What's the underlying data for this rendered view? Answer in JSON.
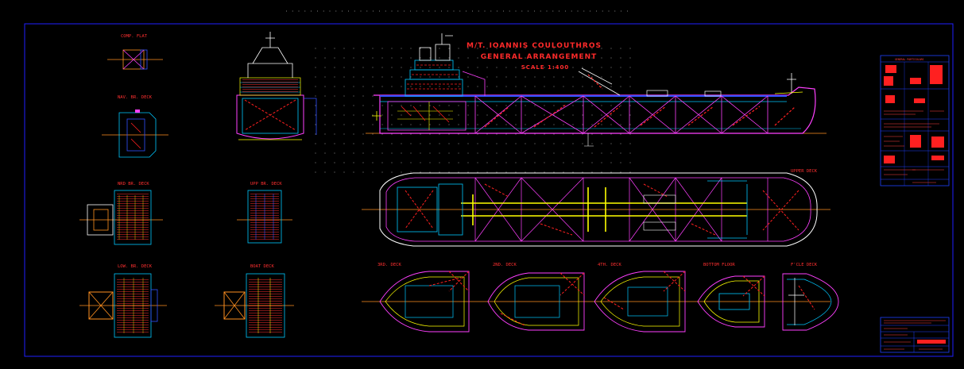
{
  "title": {
    "line1": "M/T. IOANNIS COULOUTHROS",
    "line2": "GENERAL ARRANGEMENT",
    "line3": "SCALE 1:400"
  },
  "views": {
    "compass_flat": "COMP. FLAT",
    "nav_br_deck": "NAV. BR. DECK",
    "nd_br_deck": "NRD BR. DECK",
    "upp_br_deck": "UPP BR. DECK",
    "low_br_deck": "LOW. BR. DECK",
    "boat_deck": "BOAT DECK",
    "upper_deck": "UPPER DECK",
    "second_deck": "2ND. DECK",
    "third_deck": "3RD. DECK",
    "fourth_deck": "4TH. DECK",
    "bottom_floor": "BOTTOM FLOOR",
    "fcle_deck": "F'CLE DECK"
  },
  "title_block": {
    "header": "GENERAL PARTICULARS"
  },
  "colors": {
    "background": "#000000",
    "frame": "#2020ff",
    "hull": "#ff40ff",
    "structure": "#00c8ff",
    "red": "#ff2020",
    "yellow": "#ffff00",
    "orange": "#ff9020",
    "white": "#ffffff",
    "blue": "#3050ff"
  }
}
